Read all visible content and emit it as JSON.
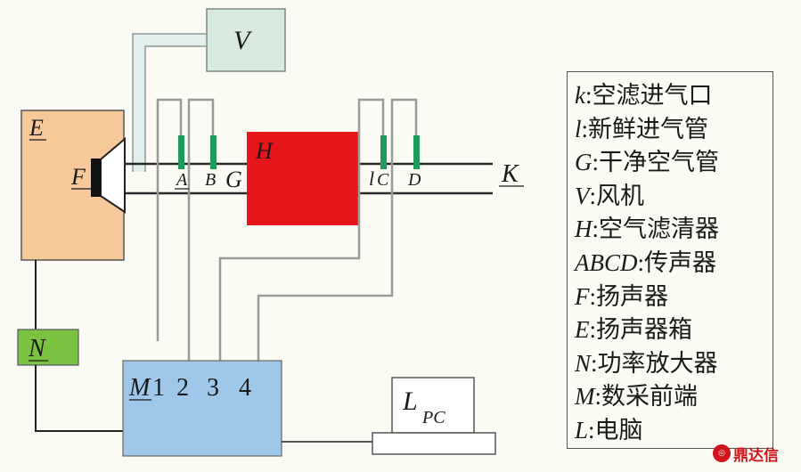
{
  "labels": {
    "V": "V",
    "E": "E",
    "F": "F",
    "H": "H",
    "A": "A",
    "B": "B",
    "G": "G",
    "l": "l",
    "C": "C",
    "D": "D",
    "K": "K",
    "N": "N",
    "M": "M",
    "L": "L",
    "PC": "PC"
  },
  "channels": [
    "1",
    "2",
    "3",
    "4"
  ],
  "legend": [
    {
      "key": "k",
      "text": ":空滤进气口"
    },
    {
      "key": "l",
      "text": ":新鲜进气管"
    },
    {
      "key": "G",
      "text": ":干净空气管"
    },
    {
      "key": "V",
      "text": ":风机"
    },
    {
      "key": "H",
      "text": ":空气滤清器"
    },
    {
      "key": "ABCD",
      "text": ":传声器"
    },
    {
      "key": "F",
      "text": ":扬声器"
    },
    {
      "key": "E",
      "text": ":扬声器箱"
    },
    {
      "key": "N",
      "text": ":功率放大器"
    },
    {
      "key": "M",
      "text": ":数采前端"
    },
    {
      "key": "L",
      "text": ":电脑"
    }
  ],
  "watermark": "鼎达信",
  "colors": {
    "speaker_box": "#f6c89a",
    "amplifier": "#7cc242",
    "daq": "#9fc7ea",
    "filter": "#e8161b",
    "fan": "#d7eadf",
    "mic": "#1e9a5c",
    "cable": "#9a9a9a"
  }
}
